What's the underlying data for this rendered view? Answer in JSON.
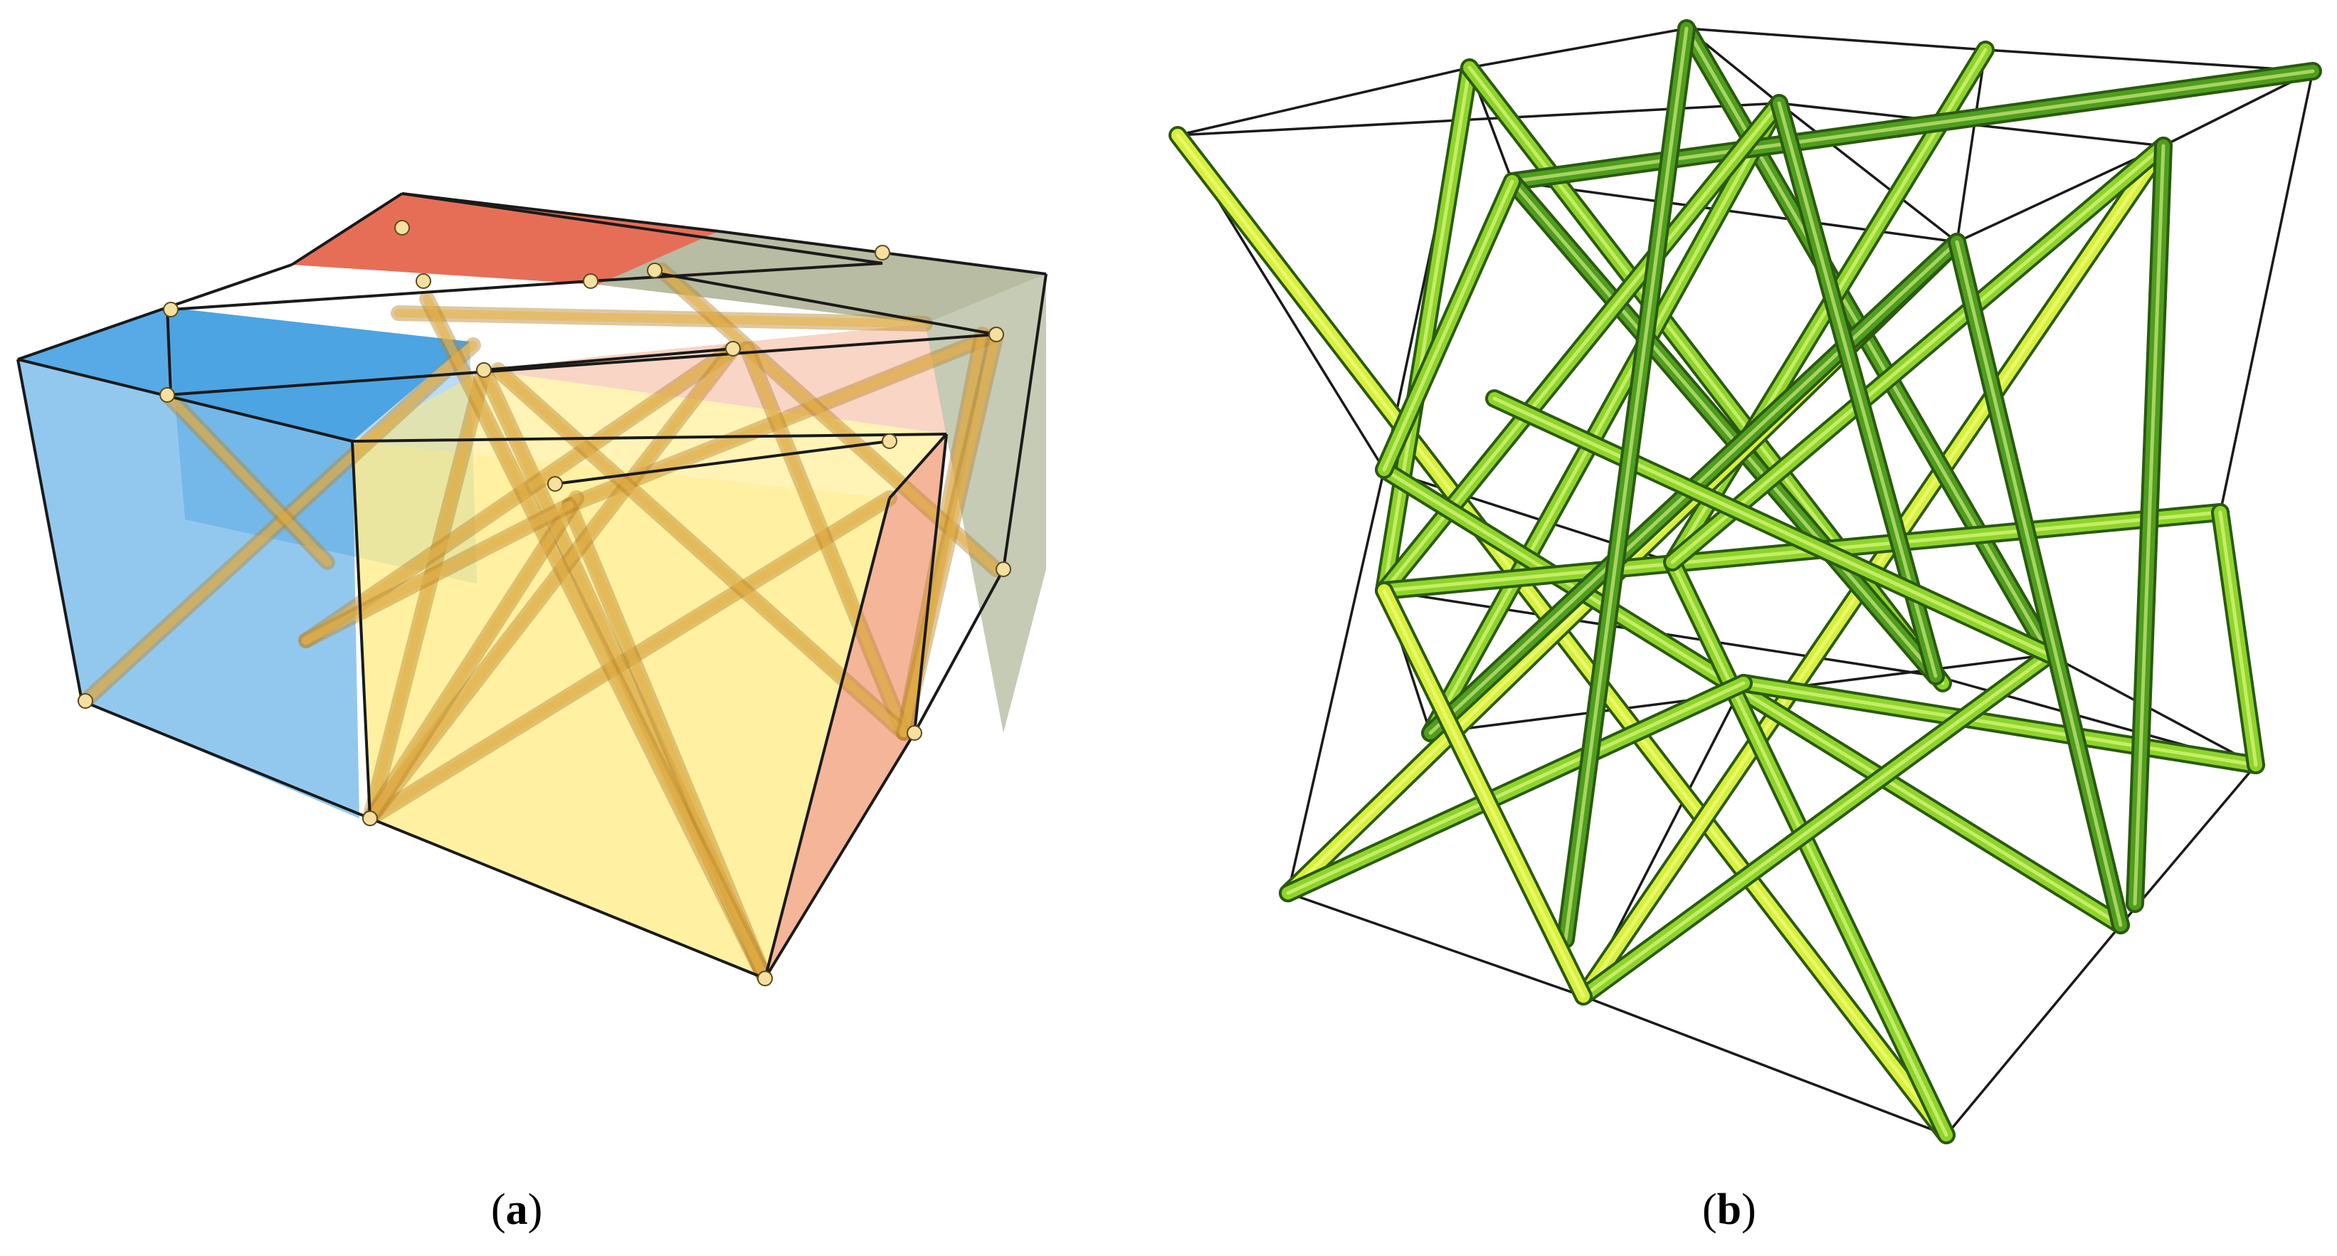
{
  "panels": [
    {
      "id": "a",
      "caption_open": "(",
      "caption_letter": "a",
      "caption_close": ")",
      "cell_colors": [
        "#3a9be0",
        "#e2553a",
        "#98a07a",
        "#ffe97a",
        "#f0966e"
      ],
      "strut_color": "#e8b44a",
      "edge_color": "#1a1a1a"
    },
    {
      "id": "b",
      "caption_open": "(",
      "caption_letter": "b",
      "caption_close": ")",
      "strut_colors": [
        "#d8f03a",
        "#8ed42a",
        "#4f9e1e"
      ],
      "edge_color": "#1a1a1a"
    }
  ]
}
